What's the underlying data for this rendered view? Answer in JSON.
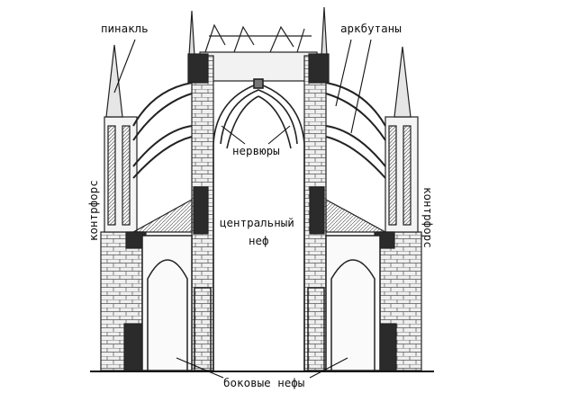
{
  "labels": {
    "pinnacle": "пинакль",
    "flying_buttresses": "аркбутаны",
    "ribs": "нервюры",
    "central_nave_line1": "центральный",
    "central_nave_line2": "неф",
    "buttress_left": "контрфорс",
    "buttress_right": "контрфорс",
    "side_naves": "боковые нефы"
  },
  "colors": {
    "ink": "#1a1a1a",
    "stone": "#e9e9e9",
    "dark": "#2b2b2b",
    "paper": "#ffffff"
  }
}
